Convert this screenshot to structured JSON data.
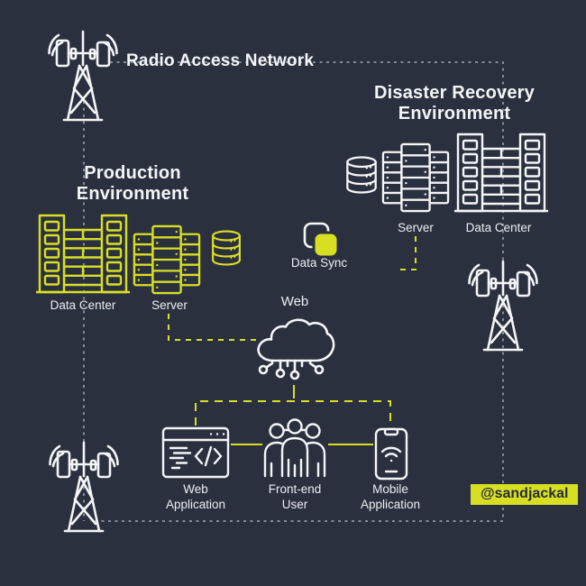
{
  "colors": {
    "background": "#2b303f",
    "accent_yellow": "#d8df23",
    "icon_white": "#f4f5f7",
    "connector_gray": "#838996"
  },
  "titles": {
    "radio_access_network": "Radio Access Network",
    "disaster_recovery": "Disaster Recovery Environment",
    "production": "Production Environment"
  },
  "labels": {
    "dr_server": "Server",
    "dr_data_center": "Data Center",
    "prod_data_center": "Data Center",
    "prod_server": "Server",
    "data_sync": "Data Sync",
    "web": "Web",
    "web_application": "Web Application",
    "front_end_user": "Front-end User",
    "mobile_application": "Mobile Application"
  },
  "watermark": {
    "handle": "@sandjackal"
  },
  "icons": {
    "radio_tower": "cell-tower with antennas and signal waves",
    "database": "database-cylinder",
    "server": "server-rack cluster",
    "data_center": "buildings with windows",
    "data_sync": "two overlapping rounded squares",
    "web_cloud": "cloud with circuit nodes",
    "web_application": "browser window with code brackets",
    "front_end_user": "group of three people",
    "mobile_application": "smartphone with wifi"
  }
}
